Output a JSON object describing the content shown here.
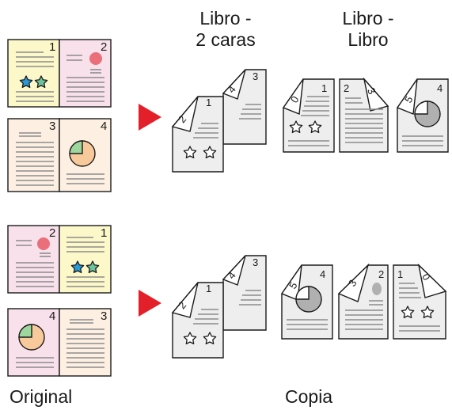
{
  "headers": {
    "book_to_duplex_line1": "Libro -",
    "book_to_duplex_line2": "2 caras",
    "book_to_book_line1": "Libro -",
    "book_to_book_line2": "Libro"
  },
  "footer": {
    "original_label": "Original",
    "copy_label": "Copia"
  },
  "page_numbers": {
    "p1": "1",
    "p2": "2",
    "p3": "3",
    "p4": "4"
  },
  "colors": {
    "page_yellow": "#fdf8c9",
    "page_pink": "#f9e1ec",
    "page_peach": "#fdf0e2",
    "page_gray": "#eeeeee",
    "line_gray": "#8c8c8c",
    "arrow_red": "#e3202a",
    "star_blue": "#2a9ad6",
    "star_green": "#6dc39d",
    "pie_green": "#9ed79e",
    "pie_orange": "#f8c99a",
    "dot_red": "#ea6f7a",
    "shade_gray": "#b0b0b0",
    "ink": "#1a1a1a"
  }
}
